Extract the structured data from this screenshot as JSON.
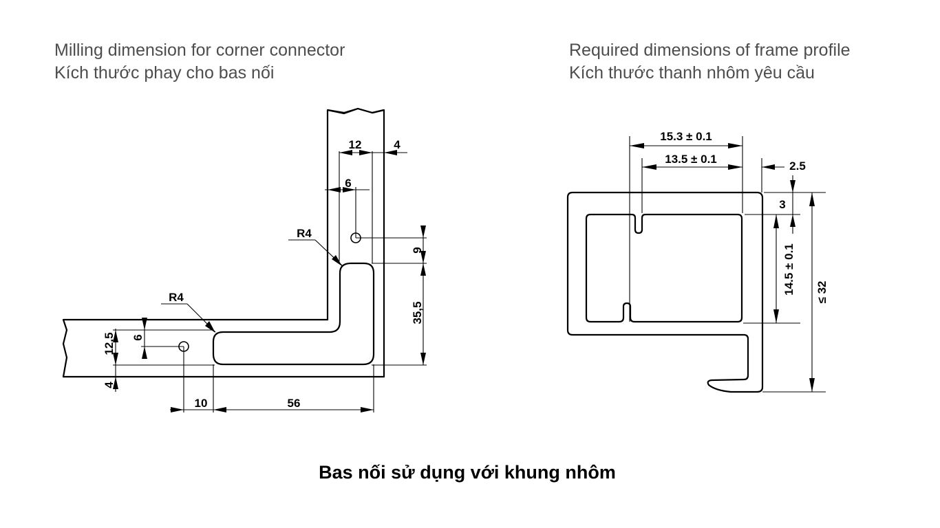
{
  "left_drawing": {
    "title_en": "Milling dimension for corner connector",
    "title_vi": "Kích thước phay cho bas nối",
    "dimensions": {
      "width_12": "12",
      "edge_4_top": "4",
      "hole_offset_6": "6",
      "hole_9": "9",
      "height_35_5": "35,5",
      "radius_upper": "R4",
      "radius_lower": "R4",
      "width_12_5": "12,5",
      "hole_offset_6_left": "6",
      "edge_4_left": "4",
      "hole_10": "10",
      "length_56": "56"
    }
  },
  "right_drawing": {
    "title_en": "Required dimensions of frame profile",
    "title_vi": "Kích thước thanh nhôm yêu cầu",
    "dimensions": {
      "width_15_3": "15.3 ± 0.1",
      "width_13_5": "13.5 ± 0.1",
      "offset_2_5": "2.5",
      "wall_3": "3",
      "height_14_5": "14.5 ± 0.1",
      "height_max_32": "≤ 32"
    }
  },
  "caption": "Bas nối sử dụng với khung nhôm"
}
